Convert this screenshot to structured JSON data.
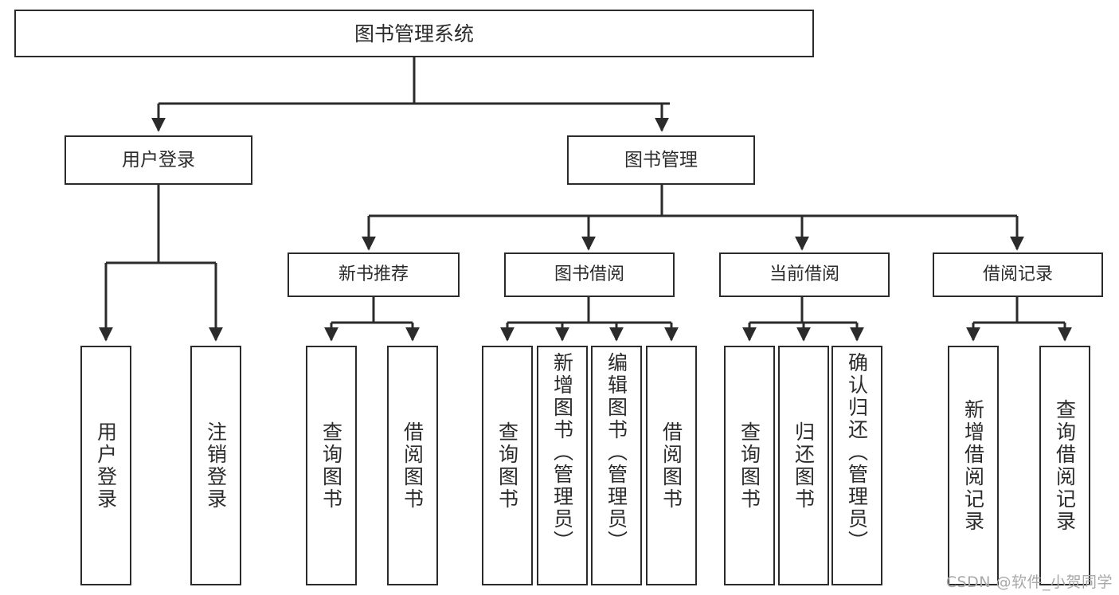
{
  "diagram": {
    "type": "tree-hierarchy",
    "title": "图书管理系统",
    "orientation": "top-down",
    "colors": {
      "box_border": "#2b2b2b",
      "box_fill": "#ffffff",
      "connector": "#2b2b2b",
      "text": "#2b2b2b",
      "watermark": "#a8a8a8",
      "background": "#ffffff"
    },
    "root": {
      "label": "图书管理系统"
    },
    "level1": [
      {
        "id": "user-login",
        "label": "用户登录"
      },
      {
        "id": "book-manage",
        "label": "图书管理"
      }
    ],
    "level2": [
      {
        "id": "new-book-recommend",
        "label": "新书推荐",
        "parent": "book-manage"
      },
      {
        "id": "book-borrow",
        "label": "图书借阅",
        "parent": "book-manage"
      },
      {
        "id": "current-borrow",
        "label": "当前借阅",
        "parent": "book-manage"
      },
      {
        "id": "borrow-record",
        "label": "借阅记录",
        "parent": "book-manage"
      }
    ],
    "leaves": [
      {
        "id": "leaf-user-login",
        "label": "用户登录",
        "parent": "user-login"
      },
      {
        "id": "leaf-user-logout",
        "label": "注销登录",
        "parent": "user-login"
      },
      {
        "id": "leaf-query-book-1",
        "label": "查询图书",
        "parent": "new-book-recommend"
      },
      {
        "id": "leaf-borrow-book-1",
        "label": "借阅图书",
        "parent": "new-book-recommend"
      },
      {
        "id": "leaf-query-book-2",
        "label": "查询图书",
        "parent": "book-borrow"
      },
      {
        "id": "leaf-add-book",
        "label": "新增图书（管理员）",
        "parent": "book-borrow"
      },
      {
        "id": "leaf-edit-book",
        "label": "编辑图书（管理员）",
        "parent": "book-borrow"
      },
      {
        "id": "leaf-borrow-book-2",
        "label": "借阅图书",
        "parent": "book-borrow"
      },
      {
        "id": "leaf-query-book-3",
        "label": "查询图书",
        "parent": "current-borrow"
      },
      {
        "id": "leaf-return-book",
        "label": "归还图书",
        "parent": "current-borrow"
      },
      {
        "id": "leaf-confirm-return",
        "label": "确认归还（管理员）",
        "parent": "current-borrow"
      },
      {
        "id": "leaf-add-record",
        "label": "新增借阅记录",
        "parent": "borrow-record"
      },
      {
        "id": "leaf-query-record",
        "label": "查询借阅记录",
        "parent": "borrow-record"
      }
    ]
  },
  "watermark": {
    "text": "CSDN @软件_小贺同学"
  }
}
